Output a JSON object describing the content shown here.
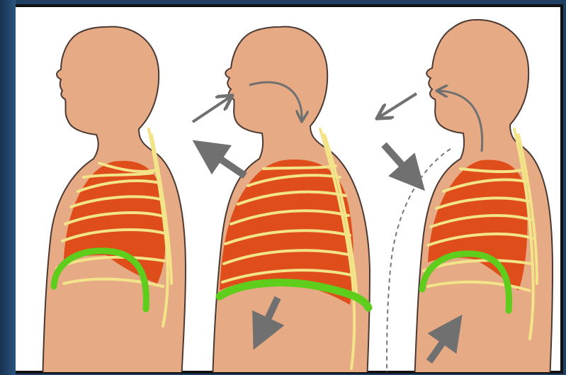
{
  "image": {
    "kind": "breathing-mechanism-illustration",
    "panels": [
      {
        "name": "resting-figure"
      },
      {
        "name": "inhalation-figure"
      },
      {
        "name": "exhalation-figure"
      }
    ]
  },
  "colors": {
    "background": "#1f3f63",
    "frame": "#111111",
    "canvas": "#ffffff",
    "skin": "#e6aa84",
    "skin_outline": "#4a3a33",
    "lung": "#de4d1a",
    "rib": "#f3e389",
    "diaphragm": "#5fcd1c",
    "arrow": "#707070",
    "dashed_line": "#777777"
  }
}
